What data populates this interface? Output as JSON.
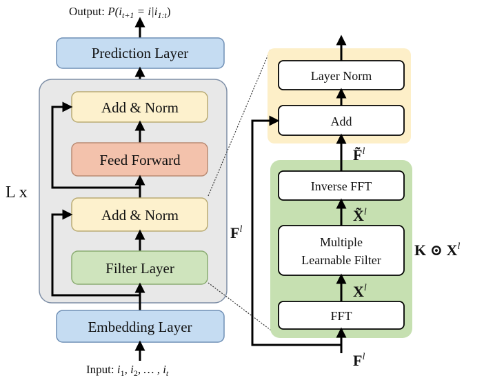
{
  "colors": {
    "blue": "#c5dcf2",
    "blue_border": "#6f8fb5",
    "yellow": "#fdf1cd",
    "yellow_border": "#b9ab73",
    "orange": "#f3c2ac",
    "orange_border": "#b98a72",
    "green": "#cfe4bd",
    "green_border": "#8aab72",
    "panel_gray": "#e8e8e8",
    "panel_gray_border": "#7d8ea6",
    "panel_yellow": "#fdefc8",
    "panel_green": "#c6e0b1"
  },
  "left": {
    "output_prefix": "Output: ",
    "output_math": "P(i",
    "output_sub": "t+1",
    "output_rest": " = i|i",
    "output_sub2": "1:t",
    "output_close": ")",
    "prediction_layer": "Prediction Layer",
    "add_norm_top": "Add & Norm",
    "feed_forward": "Feed Forward",
    "add_norm_bottom": "Add & Norm",
    "filter_layer": "Filter Layer",
    "embedding_layer": "Embedding Layer",
    "input_prefix": "Input: ",
    "input_math": "i",
    "input_sub1": "1",
    "input_sep1": ", i",
    "input_sub2": "2",
    "input_sep2": ", … , i",
    "input_sub3": "t",
    "repeat_label": "L x"
  },
  "right": {
    "layer_norm": "Layer Norm",
    "add": "Add",
    "f_tilde_label": "F̃",
    "f_tilde_sup": "l",
    "inverse_fft": "Inverse FFT",
    "x_tilde_label": "X̃",
    "x_tilde_sup": "l",
    "multiple_filter_line1": "Multiple",
    "multiple_filter_line2": "Learnable Filter",
    "x_label": "X",
    "x_sup": "l",
    "fft": "FFT",
    "f_bottom_label": "F",
    "f_bottom_sup": "l",
    "f_side_label": "F",
    "f_side_sup": "l",
    "kx_label_k": "K ⊙ X",
    "kx_sup": "l"
  }
}
